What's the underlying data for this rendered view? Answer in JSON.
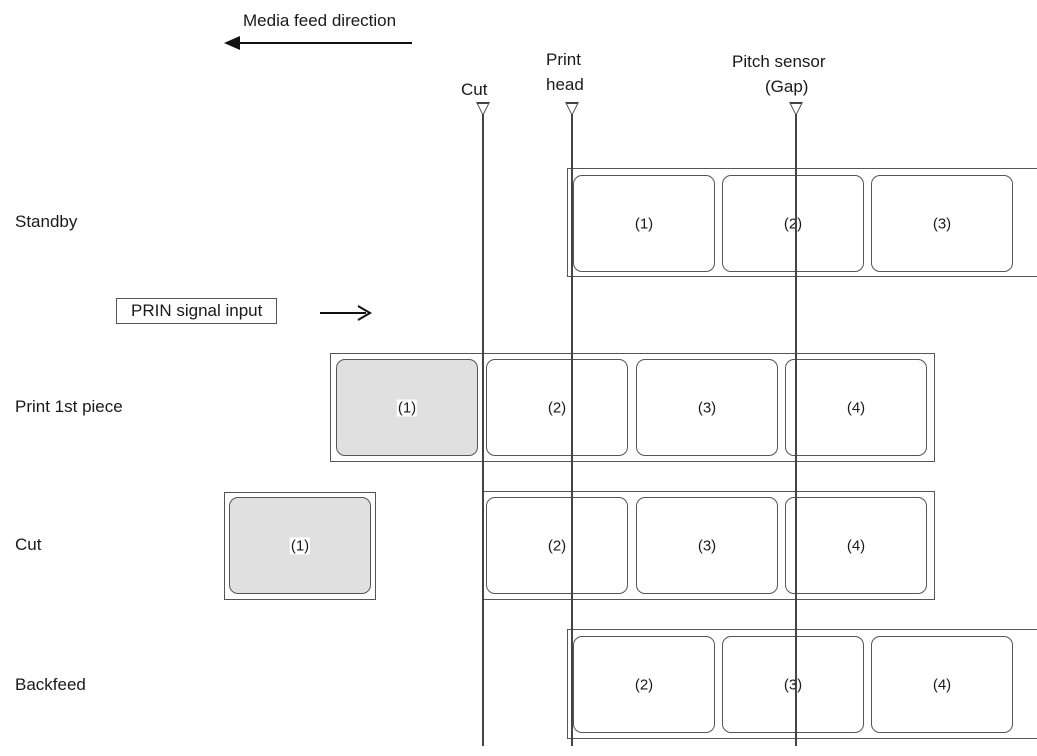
{
  "header": {
    "feed_direction": "Media feed direction"
  },
  "sensors": {
    "cut": "Cut",
    "print_head_line1": "Print",
    "print_head_line2": "head",
    "pitch_line1": "Pitch sensor",
    "pitch_line2": "(Gap)"
  },
  "signal": {
    "label": "PRIN signal input"
  },
  "rows": {
    "standby": {
      "label": "Standby",
      "labels": [
        "(1)",
        "(2)",
        "(3)"
      ]
    },
    "print": {
      "label": "Print 1st piece",
      "labels": [
        "(1)",
        "(2)",
        "(3)",
        "(4)"
      ]
    },
    "cut": {
      "label": "Cut",
      "cut_piece": "(1)",
      "labels": [
        "(2)",
        "(3)",
        "(4)"
      ]
    },
    "backfeed": {
      "label": "Backfeed",
      "labels": [
        "(2)",
        "(3)",
        "(4)"
      ]
    }
  },
  "colors": {
    "printed_label": "#e0e0e0",
    "line": "#444444"
  }
}
